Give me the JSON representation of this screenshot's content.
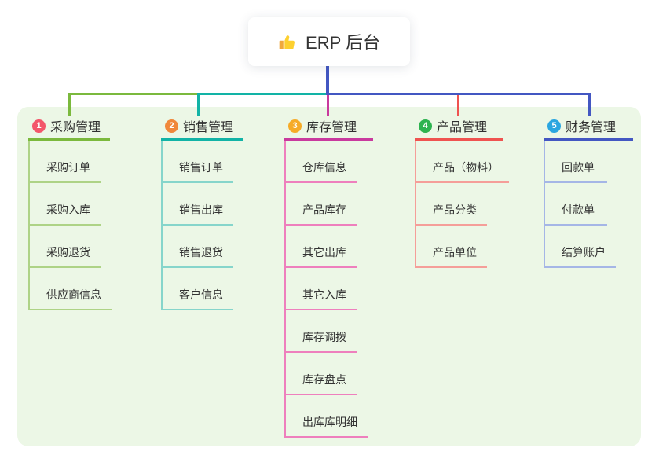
{
  "root": {
    "label": "ERP 后台",
    "icon": "thumbs-up-icon"
  },
  "panel": {
    "background": "#ecf7e6"
  },
  "connector": {
    "root_color": "#4357c2"
  },
  "branches": [
    {
      "index": "1",
      "label": "采购管理",
      "badge_color": "#f3566a",
      "line_color": "#7bb93d",
      "child_line_color": "#aed386",
      "children": [
        "采购订单",
        "采购入库",
        "采购退货",
        "供应商信息"
      ]
    },
    {
      "index": "2",
      "label": "销售管理",
      "badge_color": "#f0883b",
      "line_color": "#12b3a6",
      "child_line_color": "#86d5cb",
      "children": [
        "销售订单",
        "销售出库",
        "销售退货",
        "客户信息"
      ]
    },
    {
      "index": "3",
      "label": "库存管理",
      "badge_color": "#f6ab27",
      "line_color": "#c93a9e",
      "child_line_color": "#ee7fbd",
      "children": [
        "仓库信息",
        "产品库存",
        "其它出库",
        "其它入库",
        "库存调拨",
        "库存盘点",
        "出库库明细"
      ]
    },
    {
      "index": "4",
      "label": "产品管理",
      "badge_color": "#2eb350",
      "line_color": "#ef5350",
      "child_line_color": "#f59e99",
      "children": [
        "产品（物料）",
        "产品分类",
        "产品单位"
      ]
    },
    {
      "index": "5",
      "label": "财务管理",
      "badge_color": "#2aa6e0",
      "line_color": "#4357c2",
      "child_line_color": "#a5b6e6",
      "children": [
        "回款单",
        "付款单",
        "结算账户"
      ]
    }
  ]
}
